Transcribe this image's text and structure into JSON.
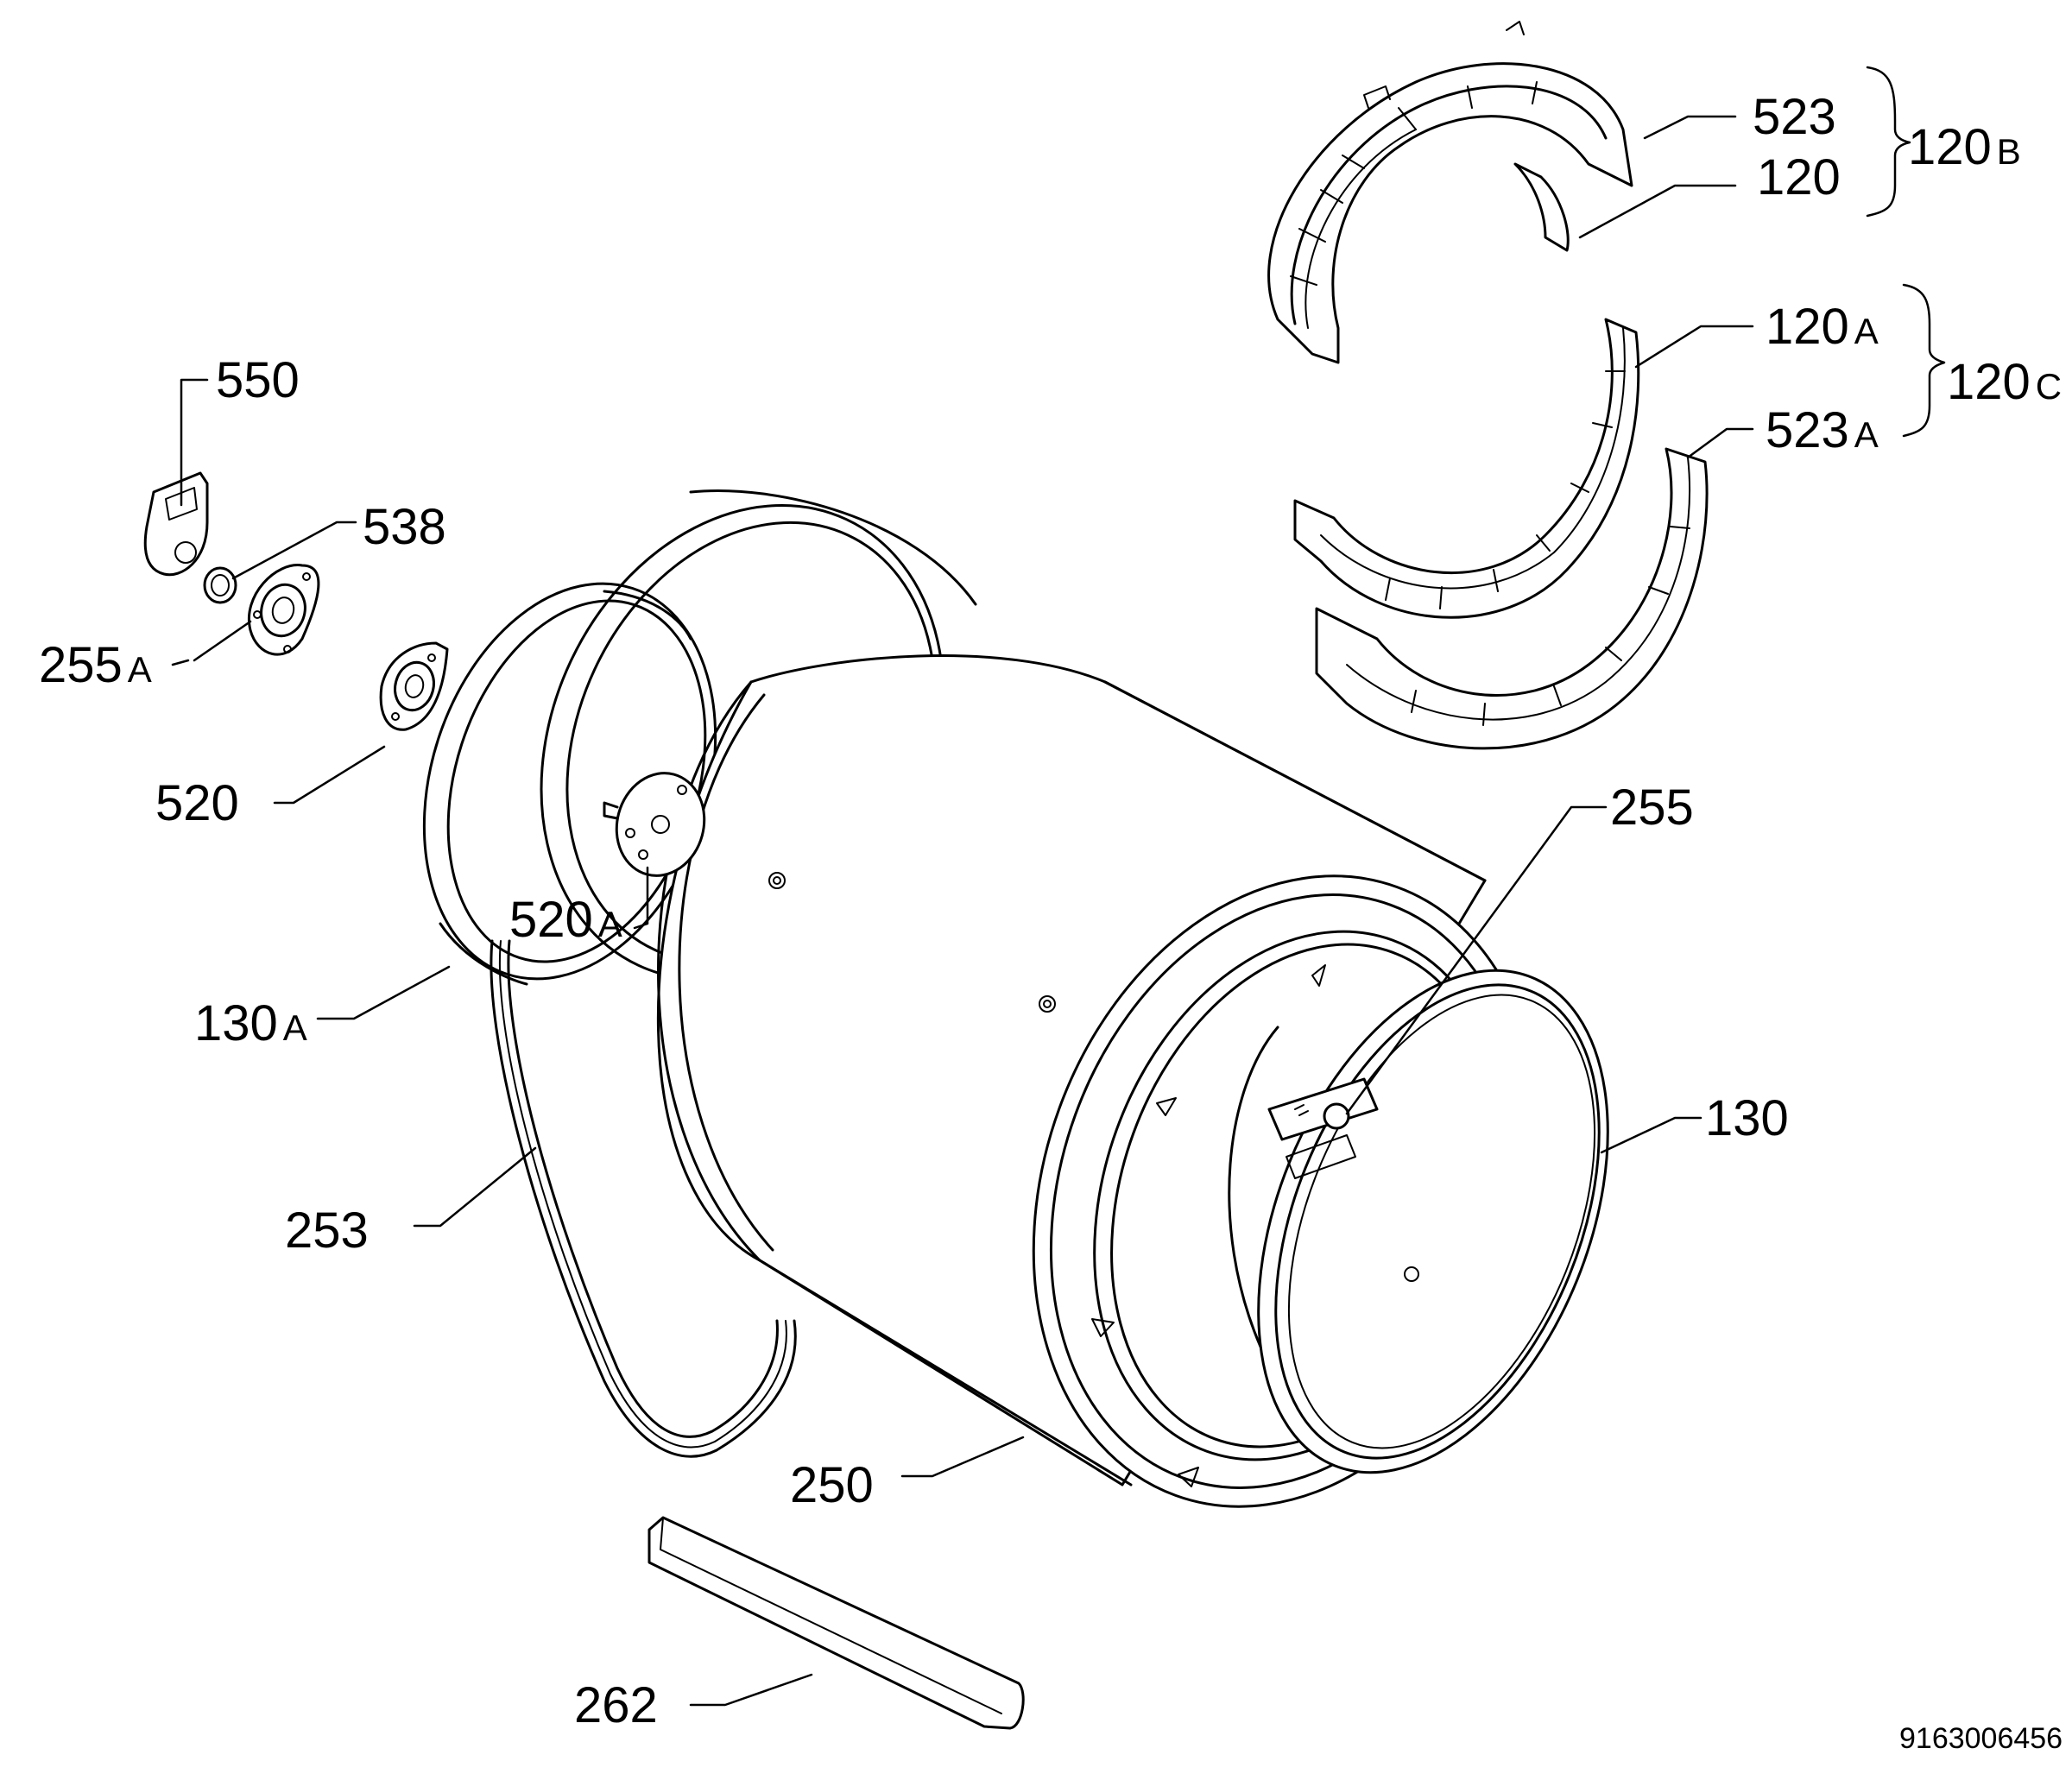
{
  "labels": {
    "l550": {
      "num": "550"
    },
    "l538": {
      "num": "538"
    },
    "l255a": {
      "num": "255",
      "suffix": "A"
    },
    "l520": {
      "num": "520"
    },
    "l520a": {
      "num": "520",
      "suffix": "A"
    },
    "l130a": {
      "num": "130",
      "suffix": "A"
    },
    "l253": {
      "num": "253"
    },
    "l250": {
      "num": "250"
    },
    "l262": {
      "num": "262"
    },
    "l255": {
      "num": "255"
    },
    "l130": {
      "num": "130"
    },
    "l523": {
      "num": "523"
    },
    "l120": {
      "num": "120"
    },
    "l120b": {
      "num": "120",
      "suffix": "B"
    },
    "l120a": {
      "num": "120",
      "suffix": "A"
    },
    "l523a": {
      "num": "523",
      "suffix": "A"
    },
    "l120c": {
      "num": "120",
      "suffix": "C"
    }
  },
  "drawing_code": "9163006456"
}
